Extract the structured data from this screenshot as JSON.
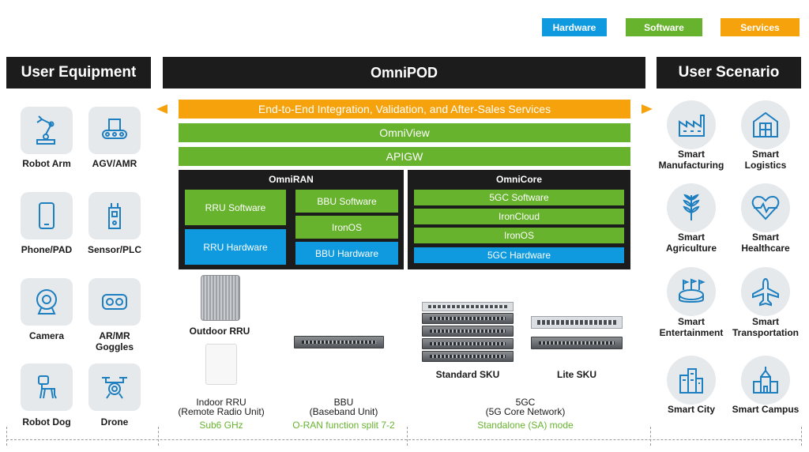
{
  "legend": {
    "hardware": "Hardware",
    "software": "Software",
    "services": "Services"
  },
  "headers": {
    "user_equipment": "User Equipment",
    "omnipod": "OmniPOD",
    "user_scenario": "User Scenario"
  },
  "bars": {
    "services": "End-to-End Integration, Validation, and After-Sales Services",
    "omniview": "OmniView",
    "apigw": "APIGW"
  },
  "omniran": {
    "title": "OmniRAN",
    "rru_software": "RRU Software",
    "rru_hardware": "RRU Hardware",
    "bbu_software": "BBU Software",
    "ironos": "IronOS",
    "bbu_hardware": "BBU Hardware"
  },
  "omnicore": {
    "title": "OmniCore",
    "sw_5gc": "5GC Software",
    "ironcloud": "IronCloud",
    "ironos": "IronOS",
    "hw_5gc": "5GC Hardware"
  },
  "equipment": [
    {
      "label": "Robot Arm",
      "icon": "robot-arm-icon"
    },
    {
      "label": "AGV/AMR",
      "icon": "agv-icon"
    },
    {
      "label": "Phone/PAD",
      "icon": "phone-icon"
    },
    {
      "label": "Sensor/PLC",
      "icon": "sensor-icon"
    },
    {
      "label": "Camera",
      "icon": "camera-icon"
    },
    {
      "label": "AR/MR Goggles",
      "icon": "goggles-icon"
    },
    {
      "label": "Robot Dog",
      "icon": "robot-dog-icon"
    },
    {
      "label": "Drone",
      "icon": "drone-icon"
    }
  ],
  "scenarios": [
    {
      "label": "Smart Manufacturing",
      "icon": "factory-icon"
    },
    {
      "label": "Smart Logistics",
      "icon": "warehouse-icon"
    },
    {
      "label": "Smart Agriculture",
      "icon": "wheat-icon"
    },
    {
      "label": "Smart Healthcare",
      "icon": "heart-icon"
    },
    {
      "label": "Smart Entertainment",
      "icon": "stadium-icon"
    },
    {
      "label": "Smart Transportation",
      "icon": "airplane-icon"
    },
    {
      "label": "Smart City",
      "icon": "city-icon"
    },
    {
      "label": "Smart Campus",
      "icon": "campus-icon"
    }
  ],
  "hardware": {
    "outdoor_rru": "Outdoor RRU",
    "indoor_rru_1": "Indoor RRU",
    "indoor_rru_2": "(Remote Radio Unit)",
    "indoor_rru_3": "Sub6 GHz",
    "bbu_1": "BBU",
    "bbu_2": "(Baseband Unit)",
    "bbu_3": "O-RAN function split 7-2",
    "standard_sku": "Standard SKU",
    "lite_sku": "Lite SKU",
    "gc_1": "5GC",
    "gc_2": "(5G Core Network)",
    "gc_3": "Standalone (SA) mode"
  },
  "colors": {
    "hardware": "#0f9ae0",
    "software": "#67b32e",
    "services": "#f5a20c",
    "header": "#1c1c1c",
    "icon": "#1d7fbf"
  }
}
